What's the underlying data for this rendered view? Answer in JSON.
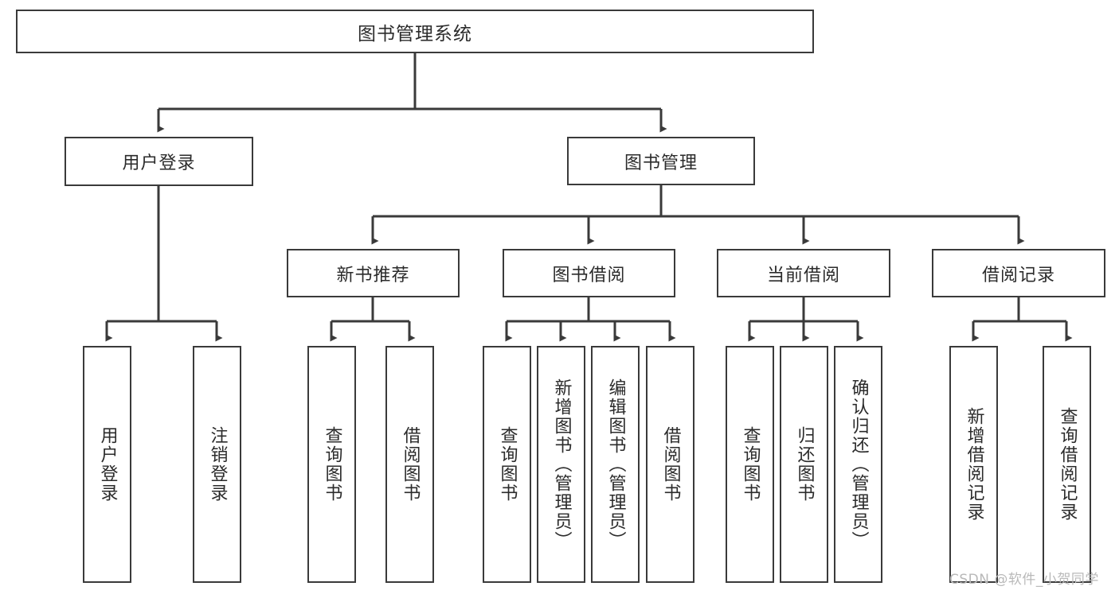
{
  "diagram": {
    "title": "图书管理系统",
    "type": "tree",
    "orientation": "top-down",
    "colors": {
      "box_border": "#3a3a3a",
      "box_fill": "#ffffff",
      "connector": "#3a3a3a",
      "text": "#2b2b2b",
      "watermark": "#b9b9b9",
      "background": "#ffffff"
    },
    "root": {
      "label": "图书管理系统"
    },
    "level1": [
      {
        "id": "user-login",
        "label": "用户登录"
      },
      {
        "id": "book-management",
        "label": "图书管理"
      }
    ],
    "level2": [
      {
        "id": "new-book-recommend",
        "label": "新书推荐",
        "parent": "book-management"
      },
      {
        "id": "book-borrow",
        "label": "图书借阅",
        "parent": "book-management"
      },
      {
        "id": "current-borrow",
        "label": "当前借阅",
        "parent": "book-management"
      },
      {
        "id": "borrow-record",
        "label": "借阅记录",
        "parent": "book-management"
      }
    ],
    "leaves": [
      {
        "id": "leaf-user-login",
        "label": "用户登录",
        "parent": "user-login"
      },
      {
        "id": "leaf-logout",
        "label": "注销登录",
        "parent": "user-login"
      },
      {
        "id": "leaf-query-book-1",
        "label": "查询图书",
        "parent": "new-book-recommend"
      },
      {
        "id": "leaf-borrow-book-1",
        "label": "借阅图书",
        "parent": "new-book-recommend"
      },
      {
        "id": "leaf-query-book-2",
        "label": "查询图书",
        "parent": "book-borrow"
      },
      {
        "id": "leaf-add-book",
        "label": "新增图书（管理员）",
        "parent": "book-borrow"
      },
      {
        "id": "leaf-edit-book",
        "label": "编辑图书（管理员）",
        "parent": "book-borrow"
      },
      {
        "id": "leaf-borrow-book-2",
        "label": "借阅图书",
        "parent": "book-borrow"
      },
      {
        "id": "leaf-query-book-3",
        "label": "查询图书",
        "parent": "current-borrow"
      },
      {
        "id": "leaf-return-book",
        "label": "归还图书",
        "parent": "current-borrow"
      },
      {
        "id": "leaf-confirm-return",
        "label": "确认归还（管理员）",
        "parent": "current-borrow"
      },
      {
        "id": "leaf-add-record",
        "label": "新增借阅记录",
        "parent": "borrow-record"
      },
      {
        "id": "leaf-query-record",
        "label": "查询借阅记录",
        "parent": "borrow-record"
      }
    ]
  },
  "watermark": {
    "text": "CSDN @软件_小贺同学"
  }
}
